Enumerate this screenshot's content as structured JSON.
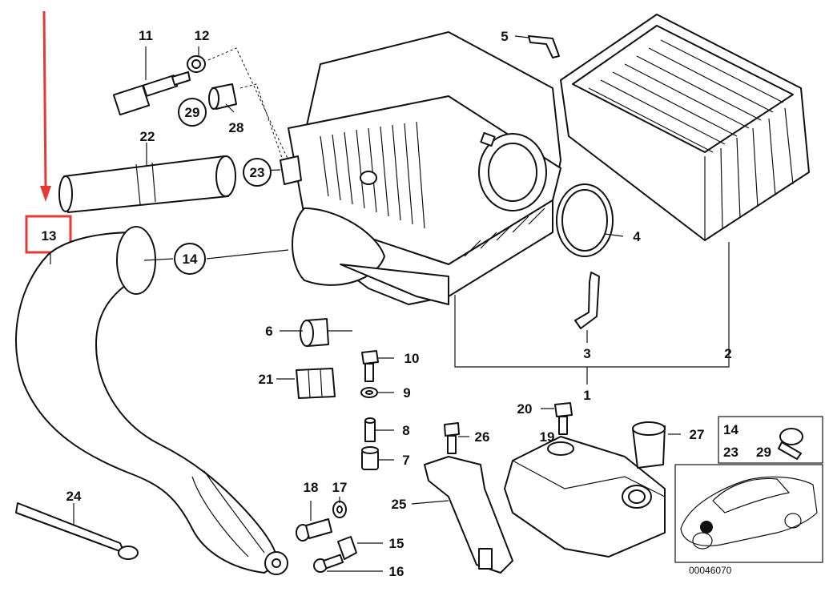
{
  "diagram": {
    "callouts": {
      "c1": "1",
      "c2": "2",
      "c3": "3",
      "c4": "4",
      "c5": "5",
      "c6": "6",
      "c7": "7",
      "c8": "8",
      "c9": "9",
      "c10": "10",
      "c11": "11",
      "c12": "12",
      "c13": "13",
      "c14": "14",
      "c15": "15",
      "c16": "16",
      "c17": "17",
      "c18": "18",
      "c19": "19",
      "c20": "20",
      "c21": "21",
      "c22": "22",
      "c23": "23",
      "c24": "24",
      "c25": "25",
      "c26": "26",
      "c27": "27",
      "c28": "28",
      "c29": "29"
    },
    "inset_legend": {
      "a": "14",
      "b": "23",
      "c": "29"
    },
    "image_code": "00046070",
    "highlight": {
      "part": "13",
      "color": "#e53935"
    }
  }
}
